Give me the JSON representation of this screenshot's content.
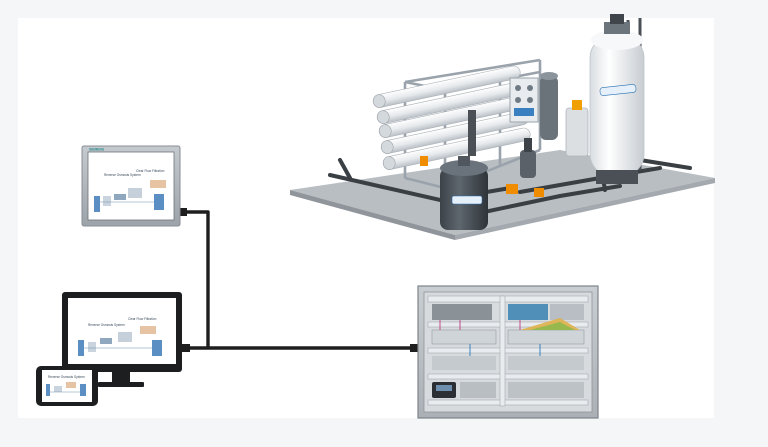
{
  "scene": {
    "background_color": "#f4f6f8",
    "accent_blue": "#2a6fb0",
    "cable_color": "#1e1e1e"
  },
  "hmi_panel": {
    "brand": "SIEMENS",
    "screen_title_a": "Reverse Osmosis System",
    "screen_title_b": "Clear Flow Filtration"
  },
  "desktop_monitor": {
    "screen_title_a": "Reverse Osmosis System",
    "screen_title_b": "Clear Flow Filtration"
  },
  "smartphone": {
    "screen_title": "Reverse Osmosis System"
  },
  "ro_skid": {
    "tank_label": "",
    "vessel_label": ""
  },
  "control_cabinet": {},
  "connections": [
    {
      "from": "hmi_panel",
      "to": "control_cabinet"
    },
    {
      "from": "desktop_monitor",
      "to": "control_cabinet"
    }
  ]
}
